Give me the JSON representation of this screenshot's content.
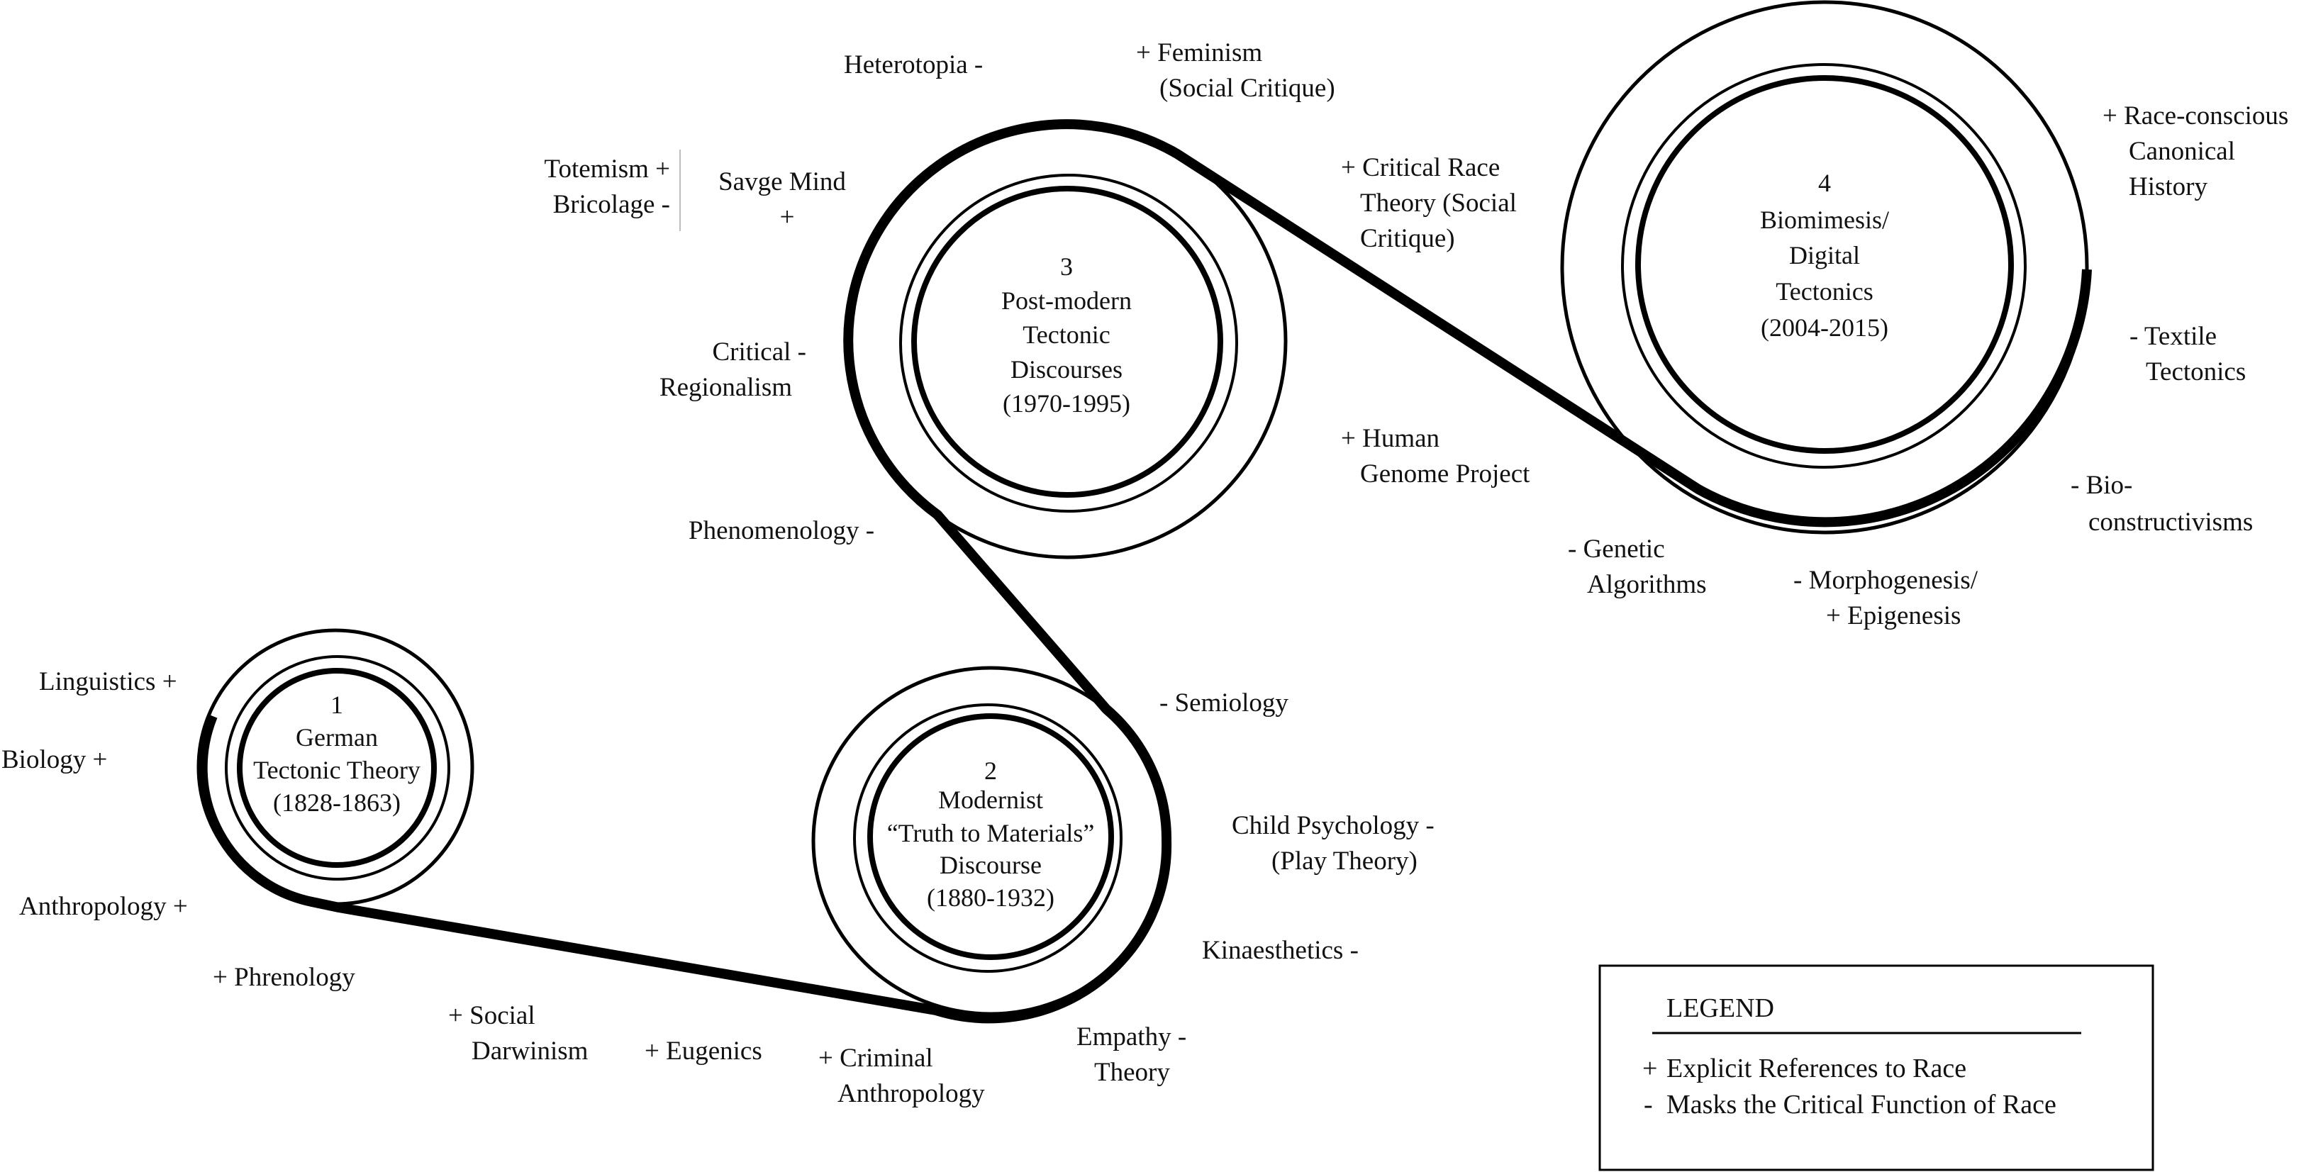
{
  "nodes": [
    {
      "id": "1",
      "number": "1",
      "lines": [
        "German",
        "Tectonic Theory",
        "(1828-1863)"
      ]
    },
    {
      "id": "2",
      "number": "2",
      "lines": [
        "Modernist",
        "“Truth to Materials”",
        "Discourse",
        "(1880-1932)"
      ]
    },
    {
      "id": "3",
      "number": "3",
      "lines": [
        "Post-modern",
        "Tectonic",
        "Discourses",
        "(1970-1995)"
      ]
    },
    {
      "id": "4",
      "number": "4",
      "lines": [
        "Biomimesis/",
        "Digital",
        "Tectonics",
        "(2004-2015)"
      ]
    }
  ],
  "labels": {
    "linguistics": [
      "Linguistics +"
    ],
    "biology": [
      "Biology +"
    ],
    "anthropology": [
      "Anthropology +"
    ],
    "phrenology": [
      "+ Phrenology"
    ],
    "social_darwinism": [
      "+ Social",
      "Darwinism"
    ],
    "eugenics": [
      "+ Eugenics"
    ],
    "criminal_anthropology": [
      "+ Criminal",
      "Anthropology"
    ],
    "empathy_theory": [
      "Empathy -",
      "Theory"
    ],
    "kinaesthetics": [
      "Kinaesthetics -"
    ],
    "child_psychology": [
      "Child Psychology -",
      "(Play Theory)"
    ],
    "semiology": [
      "- Semiology"
    ],
    "phenomenology": [
      "Phenomenology -"
    ],
    "critical_regionalism": [
      "Critical -",
      "Regionalism"
    ],
    "totemism_bricolage": [
      "Totemism +",
      "Bricolage  -"
    ],
    "savage_mind": [
      "Savge Mind",
      "+"
    ],
    "heterotopia": [
      "Heterotopia -"
    ],
    "feminism": [
      "+ Feminism",
      "(Social Critique)"
    ],
    "critical_race_theory": [
      "+ Critical Race",
      "Theory (Social",
      "Critique)"
    ],
    "human_genome": [
      "+ Human",
      "Genome Project"
    ],
    "genetic_algorithms": [
      "- Genetic",
      "Algorithms"
    ],
    "morphogenesis": [
      "- Morphogenesis/",
      "+ Epigenesis"
    ],
    "bio_constructivisms": [
      "- Bio-",
      "constructivisms"
    ],
    "textile_tectonics": [
      "- Textile",
      "Tectonics"
    ],
    "race_conscious_history": [
      "+ Race-conscious",
      "Canonical",
      "History"
    ]
  },
  "legend": {
    "title": "LEGEND",
    "items": [
      {
        "symbol": "+",
        "text": "Explicit References to Race"
      },
      {
        "symbol": "-",
        "text": "Masks the Critical Function of Race"
      }
    ]
  },
  "colors": {
    "ink": "#000000",
    "background": "#ffffff",
    "separator": "#bdbdbd"
  }
}
